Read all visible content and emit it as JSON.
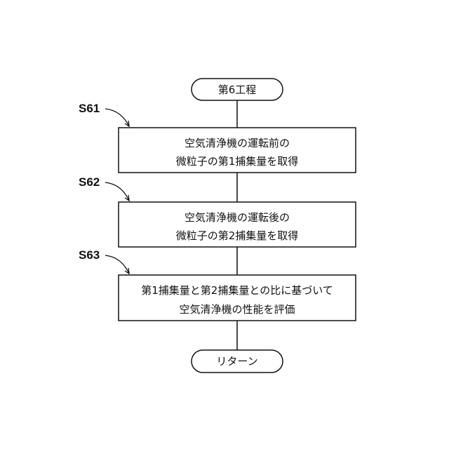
{
  "flowchart": {
    "start": {
      "label": "第6工程"
    },
    "steps": [
      {
        "id": "S61",
        "lines": [
          "空気清浄機の運転前の",
          "微粒子の第1捕集量を取得"
        ]
      },
      {
        "id": "S62",
        "lines": [
          "空気清浄機の運転後の",
          "微粒子の第2捕集量を取得"
        ]
      },
      {
        "id": "S63",
        "lines": [
          "第1捕集量と第2捕集量との比に基づいて",
          "空気清浄機の性能を評価"
        ]
      }
    ],
    "end": {
      "label": "リターン"
    }
  }
}
